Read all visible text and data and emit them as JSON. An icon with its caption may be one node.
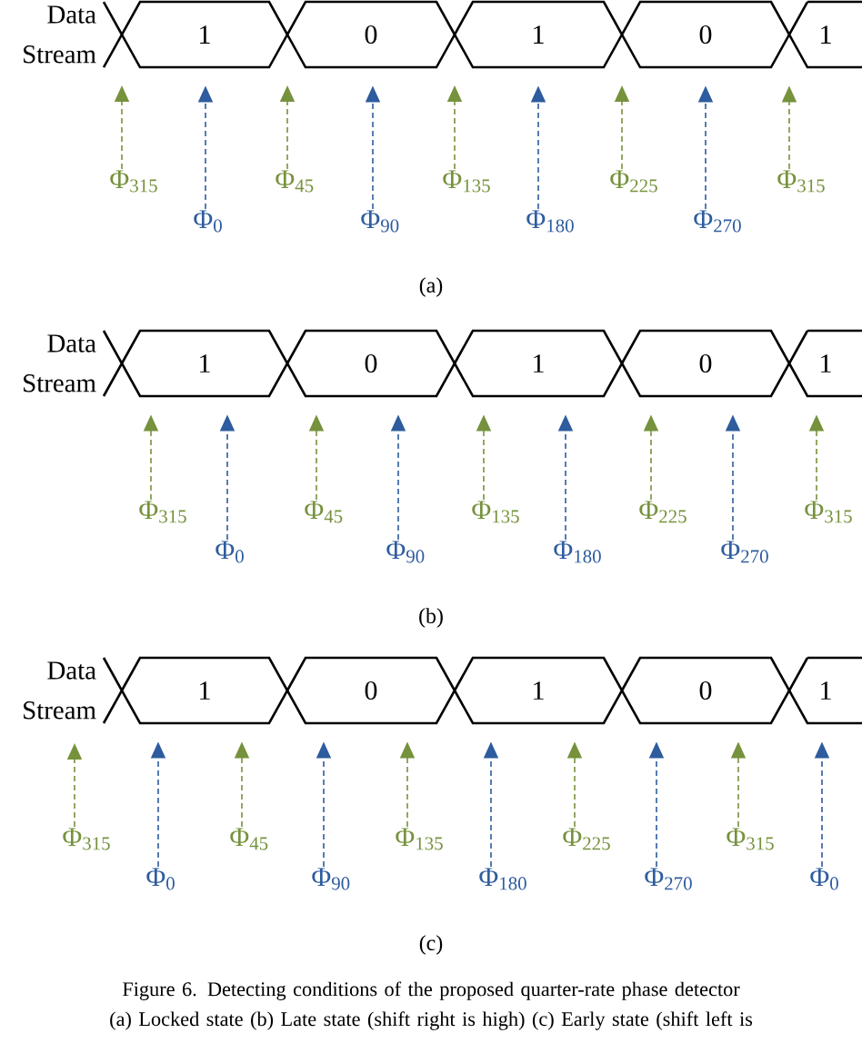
{
  "diagram": {
    "caption": "Figure 6. Detecting conditions of the proposed quarter-rate phase detector (a) Locked state (b) Late state (shift right is high) (c) Early state (shift left is",
    "nodes": [
      {
        "text": [
          "1"
        ]
      },
      {
        "text": [
          "0"
        ]
      },
      {
        "text": [
          "1"
        ]
      },
      {
        "text": [
          "0"
        ]
      },
      {
        "text": [
          "1"
        ]
      },
      {
        "text": [
          "Φ$_{315}$"
        ]
      },
      {
        "text": [
          "Φ$_{0}$"
        ]
      },
      {
        "text": [
          "Φ$_{45}$"
        ]
      },
      {
        "text": [
          "Φ$_{90}$"
        ]
      },
      {
        "text": [
          "Φ$_{135}$"
        ]
      },
      {
        "text": [
          "Φ$_{180}$"
        ]
      },
      {
        "text": [
          "Φ$_{225}$"
        ]
      },
      {
        "text": [
          "Φ$_{270}$"
        ]
      },
      {
        "text": [
          "Φ$_{315}$"
        ]
      },
      {
        "text": [
          "1"
        ]
      },
      {
        "text": [
          "0"
        ]
      },
      {
        "text": [
          "1"
        ]
      },
      {
        "text": [
          "0"
        ]
      },
      {
        "text": [
          "1"
        ]
      },
      {
        "text": [
          "Φ$_{315}$"
        ]
      },
      {
        "text": [
          "Φ$_{0}$"
        ]
      },
      {
        "text": [
          "Φ$_{45}$"
        ]
      },
      {
        "text": [
          "Φ$_{90}$"
        ]
      },
      {
        "text": [
          "Φ$_{135}$"
        ]
      },
      {
        "text": [
          "Φ$_{180}$"
        ]
      },
      {
        "text": [
          "Φ$_{225}$"
        ]
      },
      {
        "text": [
          "Φ$_{270}$"
        ]
      },
      {
        "text": [
          "Φ$_{315}$"
        ]
      },
      {
        "text": [
          "1"
        ]
      },
      {
        "text": [
          "0"
        ]
      },
      {
        "text": [
          "1"
        ]
      },
      {
        "text": [
          "0"
        ]
      },
      {
        "text": [
          "1"
        ]
      },
      {
        "text": [
          "Φ$_{315}$"
        ]
      },
      {
        "text": [
          "Φ$_{0}$"
        ]
      },
      {
        "text": [
          "Φ$_{45}$"
        ]
      },
      {
        "text": [
          "Φ$_{90}$"
        ]
      },
      {
        "text": [
          "Φ$_{135}$"
        ]
      },
      {
        "text": [
          "Φ$_{180}$"
        ]
      },
      {
        "text": [
          "Φ$_{225}$"
        ]
      },
      {
        "text": [
          "Φ$_{270}$"
        ]
      },
      {
        "text": [
          "Φ$_{315}$"
        ]
      },
      {
        "text": [
          "Φ$_{0}$"
        ]
      }
    ],
    "edges": [
      {
        "from": 5,
        "to": null,
        "arrow": "to",
        "style": "dashed",
        "color": "#76923c"
      },
      {
        "from": 6,
        "to": 0,
        "arrow": "to",
        "style": "dashed",
        "color": "#2e5c9e"
      },
      {
        "from": 7,
        "to": null,
        "arrow": "to",
        "style": "dashed",
        "color": "#76923c"
      },
      {
        "from": 8,
        "to": 1,
        "arrow": "to",
        "style": "dashed",
        "color": "#2e5c9e"
      },
      {
        "from": 9,
        "to": null,
        "arrow": "to",
        "style": "dashed",
        "color": "#76923c"
      },
      {
        "from": 10,
        "to": 2,
        "arrow": "to",
        "style": "dashed",
        "color": "#2e5c9e"
      },
      {
        "from": 11,
        "to": null,
        "arrow": "to",
        "style": "dashed",
        "color": "#76923c"
      },
      {
        "from": 12,
        "to": 3,
        "arrow": "to",
        "style": "dashed",
        "color": "#2e5c9e"
      },
      {
        "from": 13,
        "to": 4,
        "arrow": "to",
        "style": "dashed",
        "color": "#76923c"
      },
      {
        "from": 19,
        "to": 14,
        "arrow": "to",
        "style": "dashed",
        "color": "#76923c"
      },
      {
        "from": 20,
        "to": 14,
        "arrow": "to",
        "style": "dashed",
        "color": "#2e5c9e"
      },
      {
        "from": 21,
        "to": 15,
        "arrow": "to",
        "style": "dashed",
        "color": "#76923c"
      },
      {
        "from": 22,
        "to": 15,
        "arrow": "to",
        "style": "dashed",
        "color": "#2e5c9e"
      },
      {
        "from": 23,
        "to": 16,
        "arrow": "to",
        "style": "dashed",
        "color": "#76923c"
      },
      {
        "from": 24,
        "to": 16,
        "arrow": "to",
        "style": "dashed",
        "color": "#2e5c9e"
      },
      {
        "from": 25,
        "to": 17,
        "arrow": "to",
        "style": "dashed",
        "color": "#76923c"
      },
      {
        "from": 26,
        "to": 17,
        "arrow": "to",
        "style": "dashed",
        "color": "#2e5c9e"
      },
      {
        "from": 27,
        "to": 18,
        "arrow": "to",
        "style": "dashed",
        "color": "#76923c"
      },
      {
        "from": 33,
        "to": null,
        "arrow": "to",
        "style": "dashed",
        "color": "#76923c"
      },
      {
        "from": 34,
        "to": 28,
        "arrow": "to",
        "style": "dashed",
        "color": "#2e5c9e"
      },
      {
        "from": 35,
        "to": 28,
        "arrow": "to",
        "style": "dashed",
        "color": "#76923c"
      },
      {
        "from": 36,
        "to": 29,
        "arrow": "to",
        "style": "dashed",
        "color": "#2e5c9e"
      },
      {
        "from": 37,
        "to": 29,
        "arrow": "to",
        "style": "dashed",
        "color": "#76923c"
      },
      {
        "from": 38,
        "to": 30,
        "arrow": "to",
        "style": "dashed",
        "color": "#2e5c9e"
      },
      {
        "from": 39,
        "to": 30,
        "arrow": "to",
        "style": "dashed",
        "color": "#76923c"
      },
      {
        "from": 40,
        "to": 31,
        "arrow": "to",
        "style": "dashed",
        "color": "#2e5c9e"
      },
      {
        "from": 41,
        "to": 31,
        "arrow": "to",
        "style": "dashed",
        "color": "#76923c"
      },
      {
        "from": 42,
        "to": 32,
        "arrow": "to",
        "style": "dashed",
        "color": "#2e5c9e"
      }
    ],
    "labels": [
      "Data Stream",
      "(a)",
      "Data Stream",
      "(b)",
      "Data Stream",
      "(c)"
    ]
  }
}
